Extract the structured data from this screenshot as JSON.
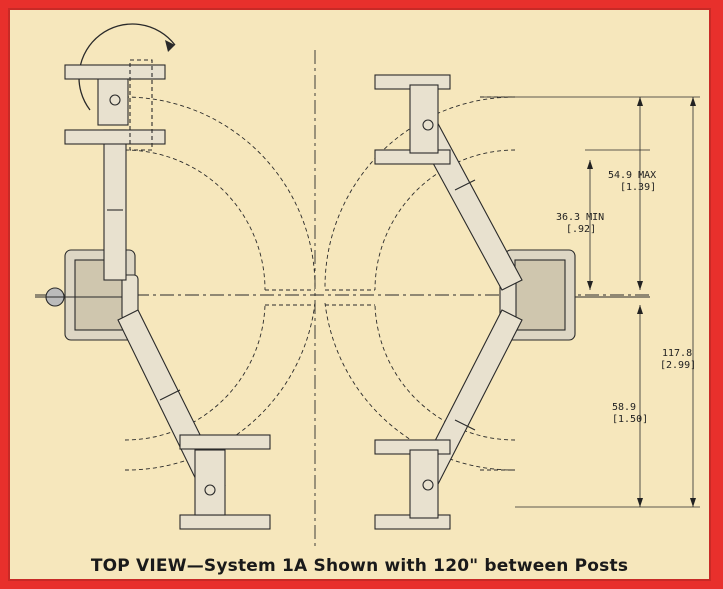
{
  "caption": "TOP VIEW—System 1A Shown with 120\" between Posts",
  "dimensions": {
    "max_reach": {
      "value": "54.9",
      "tag": "MAX",
      "metric": "[1.39]"
    },
    "min_reach": {
      "value": "36.3",
      "tag": "MIN",
      "metric": "[.92]"
    },
    "lower_reach": {
      "value": "58.9",
      "metric": "[1.50]"
    },
    "overall": {
      "value": "117.8",
      "metric": "[2.99]"
    }
  },
  "colors": {
    "border": "#e8302c",
    "paper": "#f6e7bc",
    "ink": "#2a2a2a",
    "metal": "#ddd6c4"
  }
}
